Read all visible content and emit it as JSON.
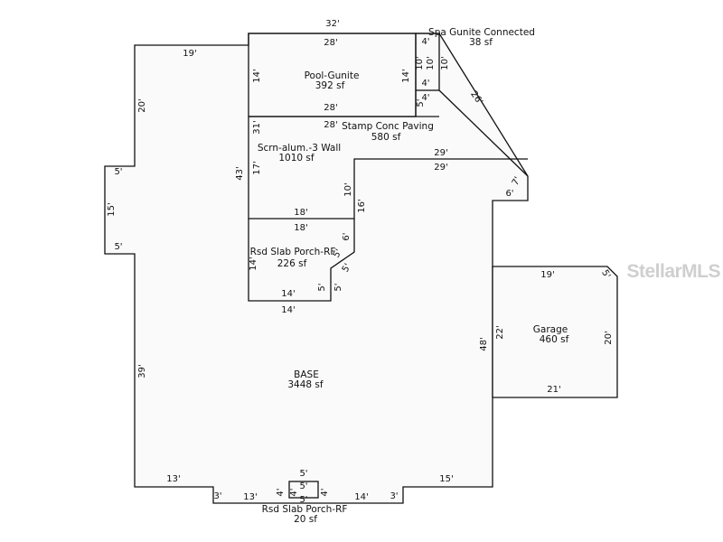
{
  "areas": [
    {
      "name": "Pool-Gunite",
      "area": "392 sf"
    },
    {
      "name": "Spa Gunite Connected",
      "area": "38 sf"
    },
    {
      "name": "Stamp Conc Paving",
      "area": "580 sf"
    },
    {
      "name": "Scrn-alum.-3 Wall",
      "area": "1010 sf"
    },
    {
      "name": "Rsd Slab Porch-RF",
      "area": "226 sf"
    },
    {
      "name": "Garage",
      "area": "460 sf"
    },
    {
      "name": "BASE",
      "area": "3448 sf"
    },
    {
      "name": "Rsd Slab Porch-RF",
      "area": "20 sf"
    }
  ],
  "dimensions": [
    "32'",
    "28'",
    "4'",
    "10'",
    "10'",
    "10'",
    "4'",
    "4'",
    "14'",
    "14'",
    "28'",
    "5'",
    "26'",
    "19'",
    "20'",
    "5'",
    "15'",
    "5'",
    "31'",
    "28'",
    "17'",
    "43'",
    "29'",
    "29'",
    "10'",
    "16'",
    "7'",
    "6'",
    "18'",
    "18'",
    "6'",
    "5'",
    "5'",
    "14'",
    "5'",
    "5'",
    "14'",
    "14'",
    "19'",
    "5'",
    "22'",
    "48'",
    "20'",
    "21'",
    "39'",
    "13'",
    "3'",
    "13'",
    "5'",
    "5'",
    "4'",
    "4'",
    "4'",
    "5'",
    "14'",
    "3'",
    "15'"
  ],
  "watermark": "StellarMLS"
}
